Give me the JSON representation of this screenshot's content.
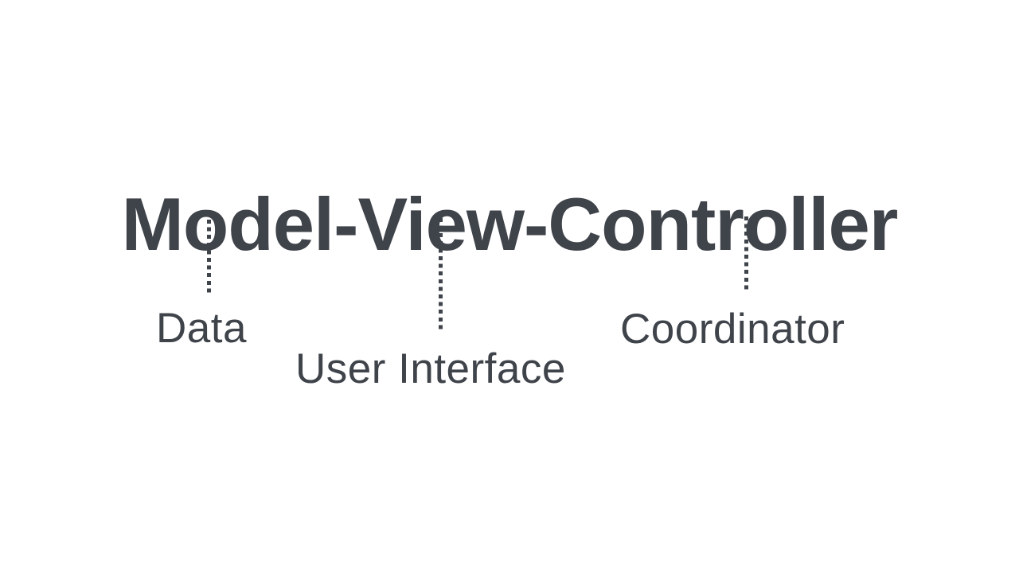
{
  "colors": {
    "background": "#ffffff",
    "ink": "#3f434a"
  },
  "diagram": {
    "title": "Model-View-Controller",
    "items": [
      {
        "term": "Model",
        "label": "Data"
      },
      {
        "term": "View",
        "label": "User Interface"
      },
      {
        "term": "Controller",
        "label": "Coordinator"
      }
    ]
  }
}
